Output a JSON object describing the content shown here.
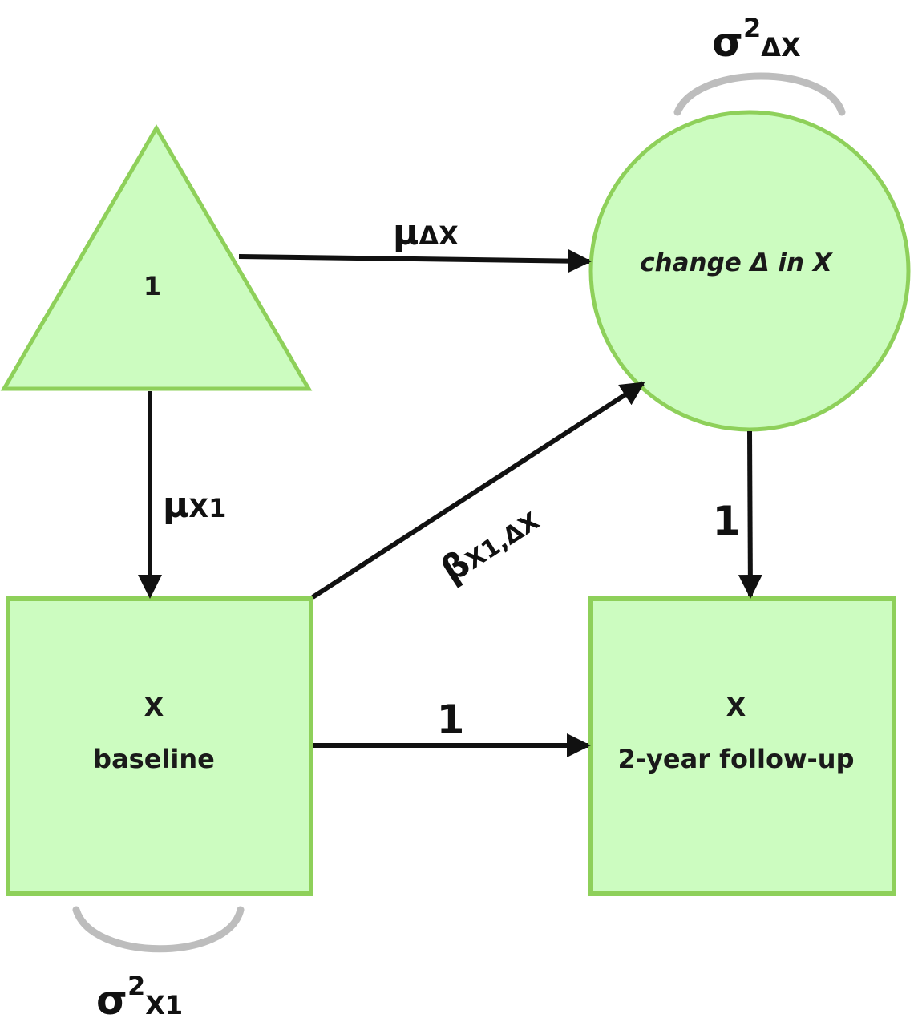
{
  "colors": {
    "node_fill": "#ccfcc0",
    "node_stroke": "#8ed05a",
    "arrow": "#111111",
    "variance_arc": "#bdbdbd"
  },
  "nodes": {
    "constant": {
      "shape": "triangle",
      "label": "1"
    },
    "change": {
      "shape": "circle",
      "label": "change Δ in X"
    },
    "baseline": {
      "shape": "square",
      "line1": "X",
      "line2": "baseline"
    },
    "followup": {
      "shape": "square",
      "line1": "X",
      "line2": "2-year follow-up"
    }
  },
  "paths": {
    "constant_to_change": {
      "symbol": "μ",
      "subscript": "ΔX"
    },
    "constant_to_baseline": {
      "symbol": "μ",
      "subscript": "X1"
    },
    "baseline_to_change": {
      "symbol": "β",
      "subscript": "X1,ΔX"
    },
    "change_to_followup": {
      "label": "1"
    },
    "baseline_to_followup": {
      "label": "1"
    }
  },
  "variances": {
    "change": {
      "symbol": "σ",
      "power": "2",
      "subscript": "ΔX"
    },
    "baseline": {
      "symbol": "σ",
      "power": "2",
      "subscript": "X1"
    }
  }
}
